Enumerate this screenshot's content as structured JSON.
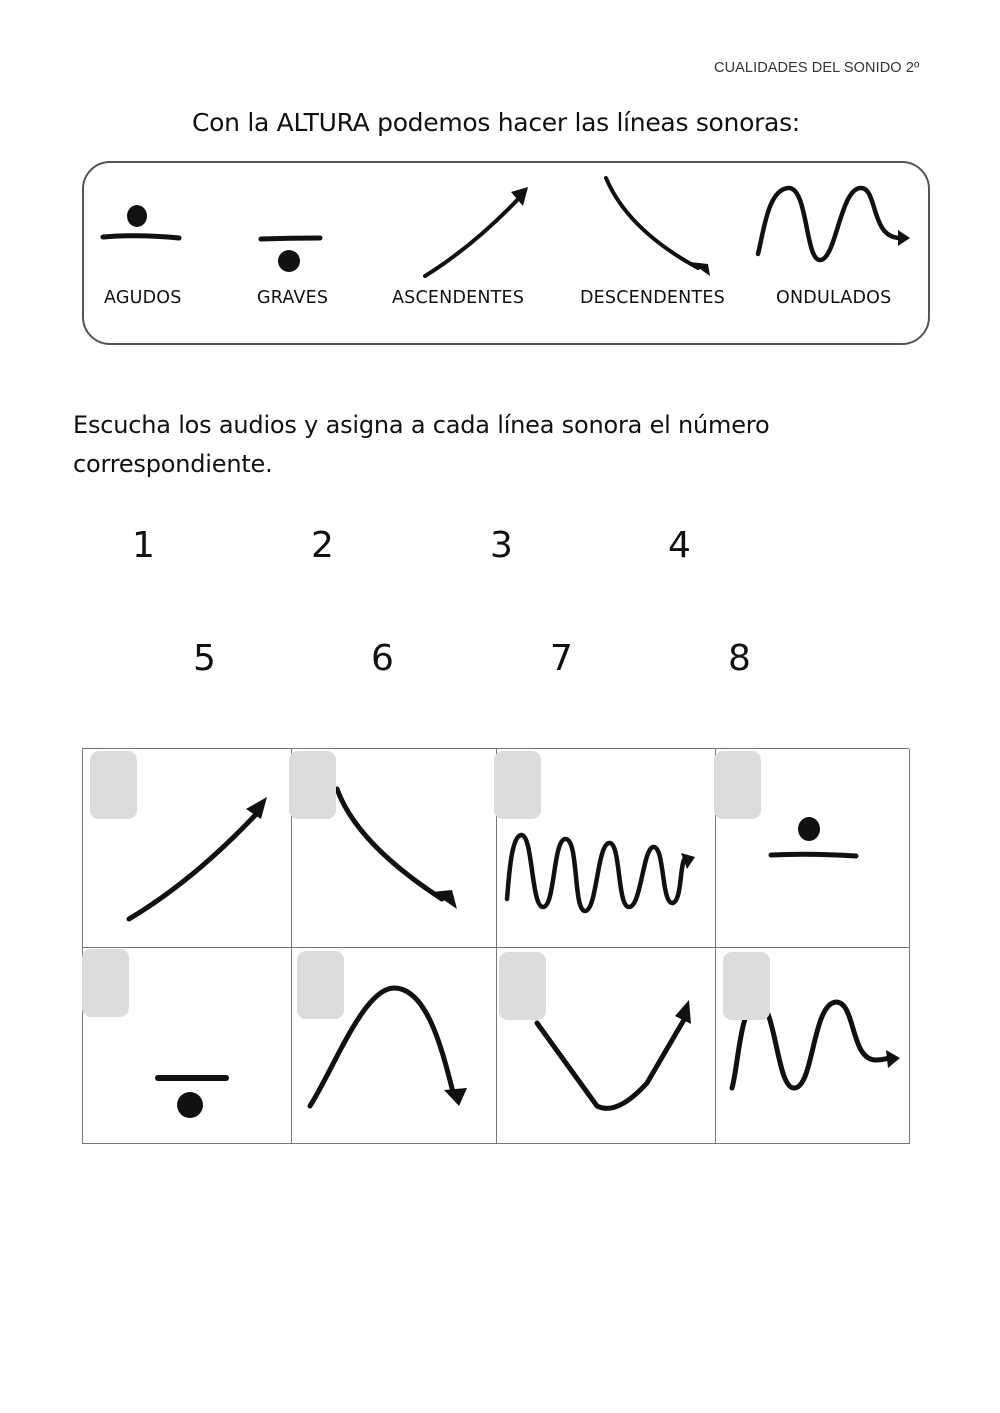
{
  "header": {
    "subject": "CUALIDADES DEL SONIDO 2º"
  },
  "intro": {
    "title": "Con la ALTURA podemos hacer las líneas sonoras:"
  },
  "legend": {
    "items": [
      {
        "label": "AGUDOS",
        "icon": "high-note-icon"
      },
      {
        "label": "GRAVES",
        "icon": "low-note-icon"
      },
      {
        "label": "ASCENDENTES",
        "icon": "ascending-arrow-icon"
      },
      {
        "label": "DESCENDENTES",
        "icon": "descending-arrow-icon"
      },
      {
        "label": "ONDULADOS",
        "icon": "wavy-line-icon"
      }
    ]
  },
  "exercise": {
    "instructions": "Escucha los audios y asigna a cada línea sonora el número correspondiente.",
    "numbers_row1": [
      "1",
      "2",
      "3",
      "4"
    ],
    "numbers_row2": [
      "5",
      "6",
      "7",
      "8"
    ],
    "cells": [
      {
        "icon": "ascending-arrow-icon",
        "answer": ""
      },
      {
        "icon": "descending-arrow-icon",
        "answer": ""
      },
      {
        "icon": "tight-wavy-line-icon",
        "answer": ""
      },
      {
        "icon": "high-note-icon",
        "answer": ""
      },
      {
        "icon": "low-note-icon",
        "answer": ""
      },
      {
        "icon": "arch-arrow-icon",
        "answer": ""
      },
      {
        "icon": "valley-arrow-icon",
        "answer": ""
      },
      {
        "icon": "wavy-line-icon",
        "answer": ""
      }
    ]
  },
  "colors": {
    "dropzone": "#dcdcdc",
    "border": "#777777",
    "ink": "#111111"
  }
}
